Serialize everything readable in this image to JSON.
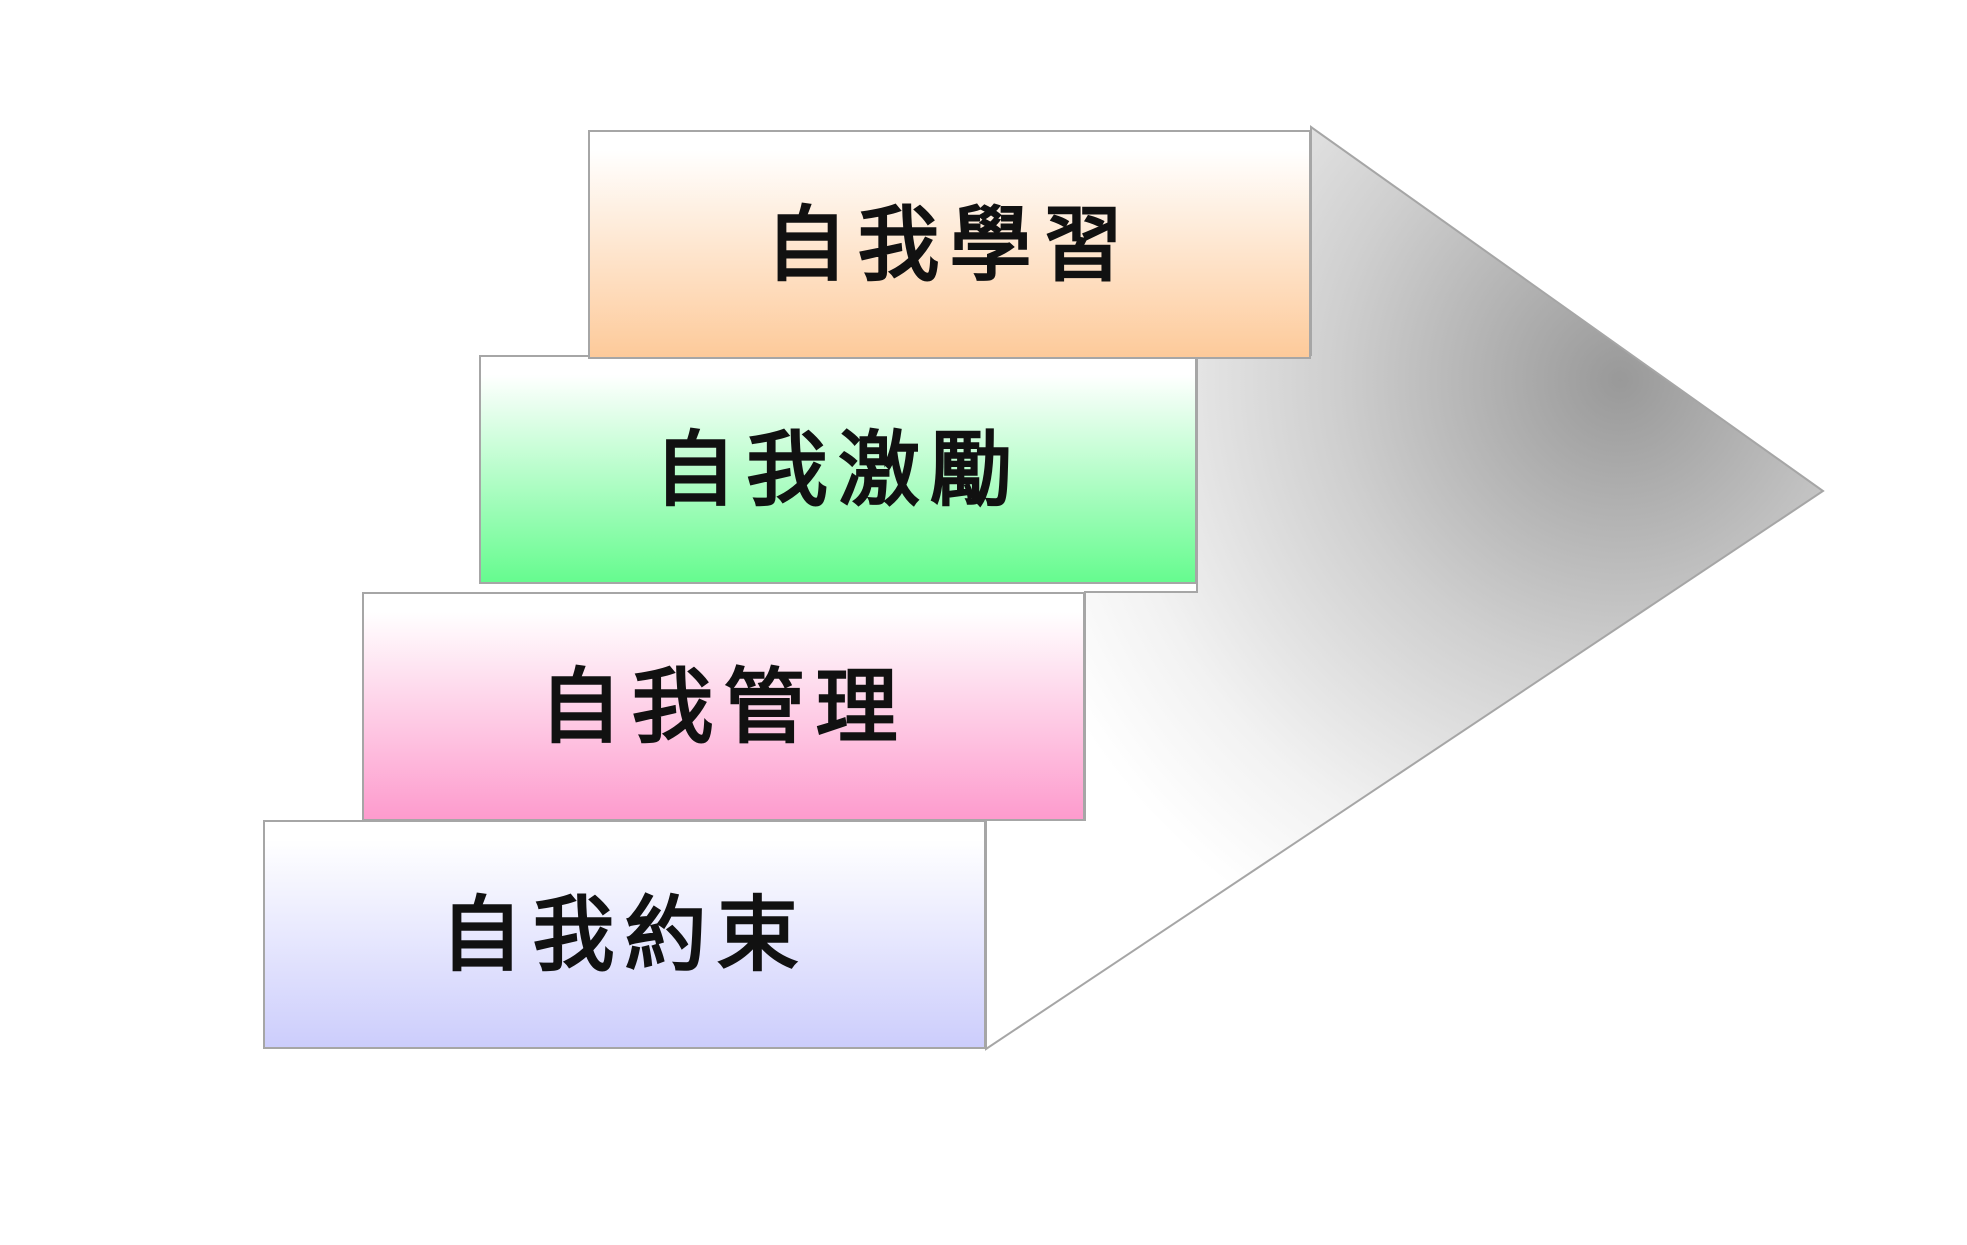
{
  "steps": [
    {
      "label": "自我約束",
      "color": "#cccdfc"
    },
    {
      "label": "自我管理",
      "color": "#fd9bcd"
    },
    {
      "label": "自我激勵",
      "color": "#66fb8f"
    },
    {
      "label": "自我學習",
      "color": "#fdca9a"
    }
  ],
  "shadow_color": "#999999"
}
